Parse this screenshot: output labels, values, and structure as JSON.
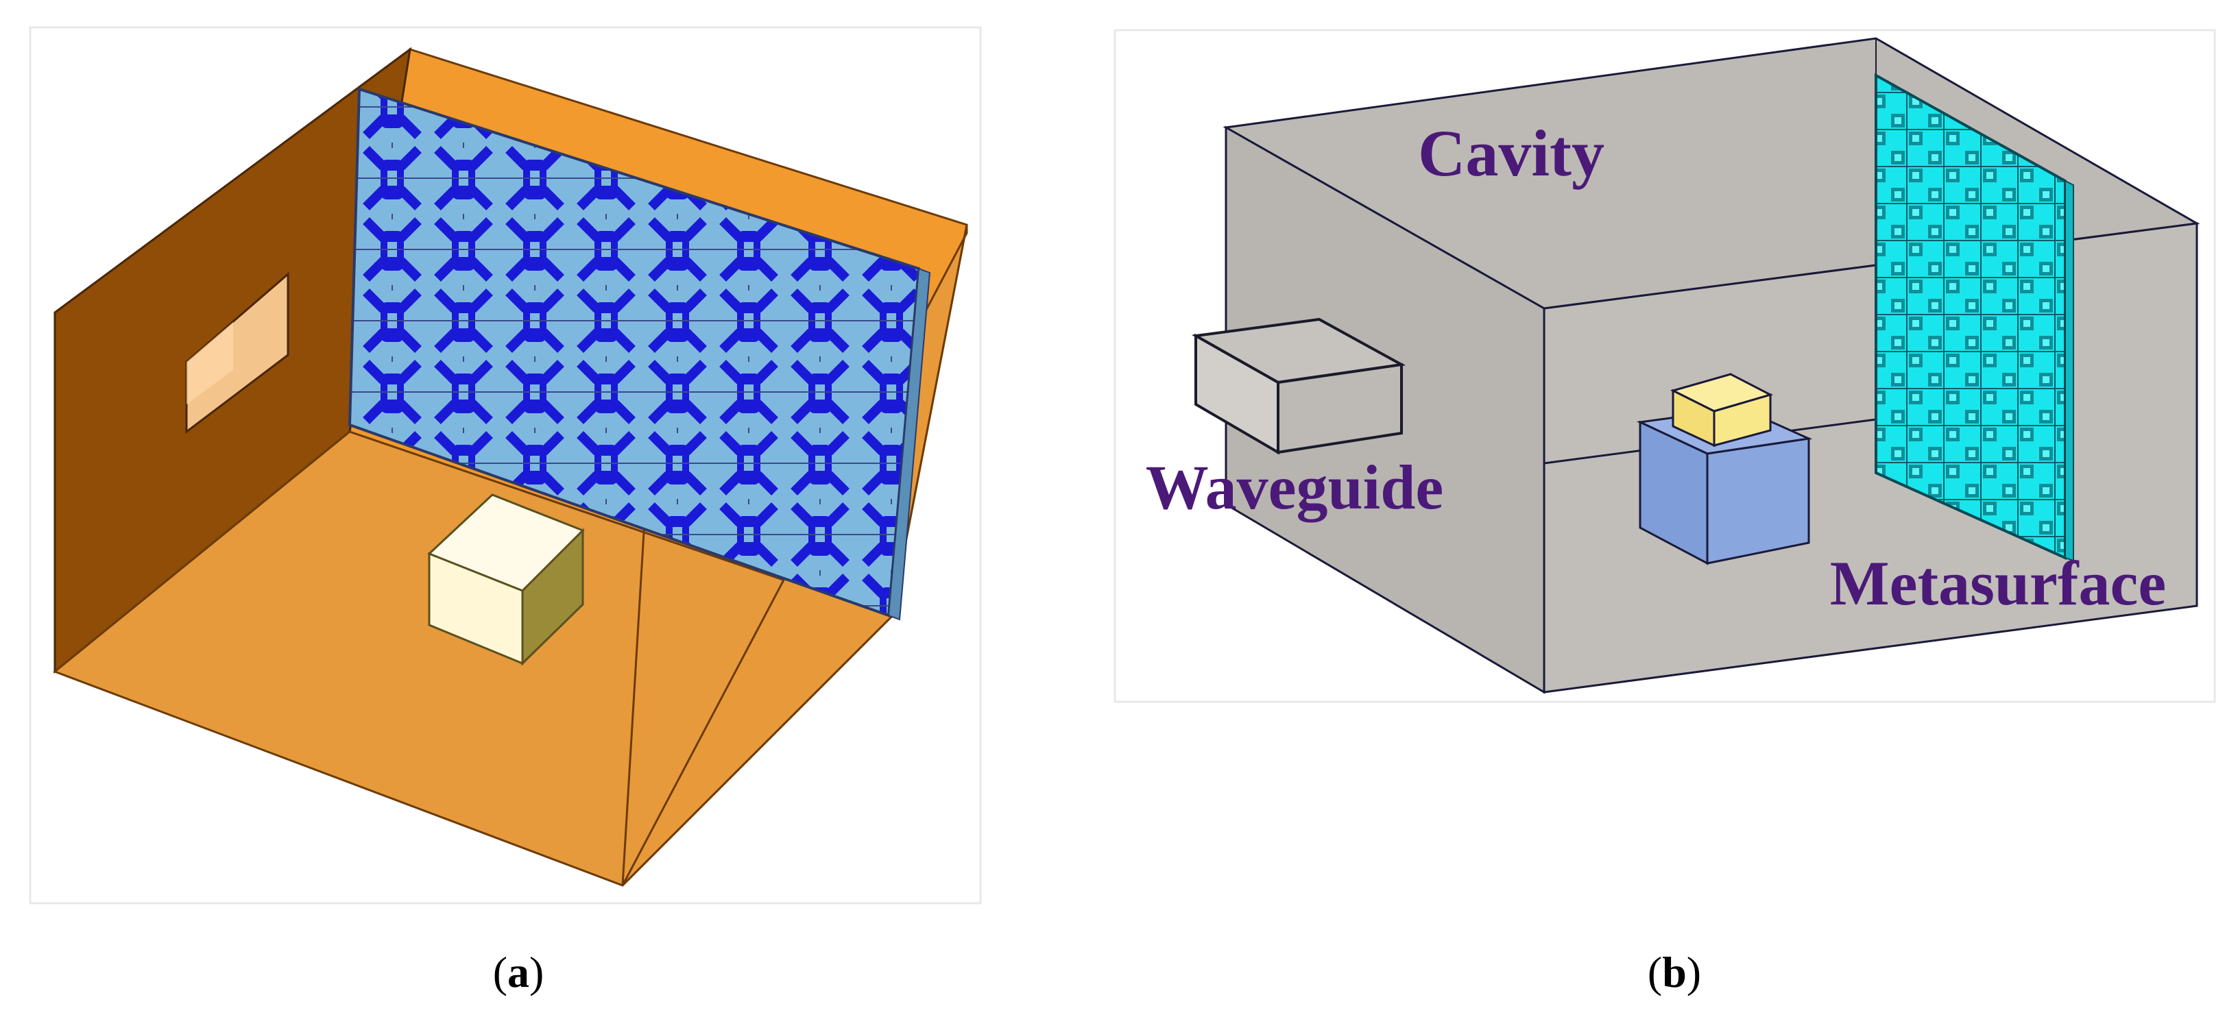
{
  "panels": [
    {
      "caption_open": "(",
      "caption_letter": "a",
      "caption_close": ")"
    },
    {
      "caption_open": "(",
      "caption_letter": "b",
      "caption_close": ")"
    }
  ],
  "labels": {
    "cavity": "Cavity",
    "waveguide": "Waveguide",
    "metasurface": "Metasurface"
  },
  "colors": {
    "cavity_orange_light": "#e69a3c",
    "cavity_orange_dark": "#8f4d07",
    "metasurface_panel_blue": "#7fb8df",
    "unit_cell_blue": "#1a1ad6",
    "cavity_gray": "#bdbab6",
    "cube_yellow": "#f8e88a",
    "block_blue": "#8aa6de",
    "fractal_cyan": "#19e6ec",
    "label_purple": "#4b1a78"
  }
}
